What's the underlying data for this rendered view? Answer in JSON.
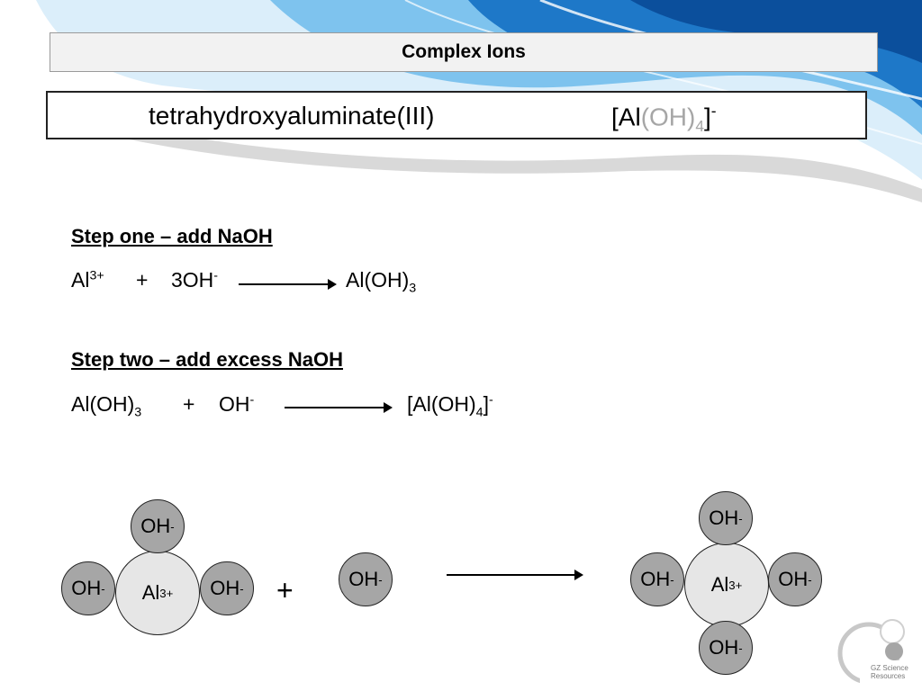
{
  "title": "Complex Ions",
  "name_box": {
    "name": "tetrahydroxyaluminate(III)",
    "formula_open": "[Al",
    "formula_oh": "(OH)",
    "formula_sub": "4",
    "formula_close": "]",
    "formula_charge": "-"
  },
  "step1": {
    "heading": "Step one – add NaOH",
    "reactant1": "Al",
    "reactant1_charge": "3+",
    "plus": "+",
    "reactant2": "3OH",
    "reactant2_charge": "-",
    "product": "Al(OH)",
    "product_sub": "3"
  },
  "step2": {
    "heading": "Step two – add excess NaOH",
    "reactant1": "Al(OH)",
    "reactant1_sub": "3",
    "plus": "+",
    "reactant2": "OH",
    "reactant2_charge": "-",
    "product": "[Al(OH)",
    "product_sub": "4",
    "product_close": "]",
    "product_charge": "-"
  },
  "diagram": {
    "hydroxide": "OH",
    "hydroxide_charge": "-",
    "aluminium": "Al",
    "aluminium_charge": "3+",
    "plus": "+"
  },
  "logo": {
    "line1": "GZ Science",
    "line2": "Resources"
  },
  "colors": {
    "wave_blue": "#1e78c8",
    "wave_light": "#7ec3ee",
    "ligand_grey": "#a6a6a6",
    "metal_grey": "#e6e6e6"
  }
}
